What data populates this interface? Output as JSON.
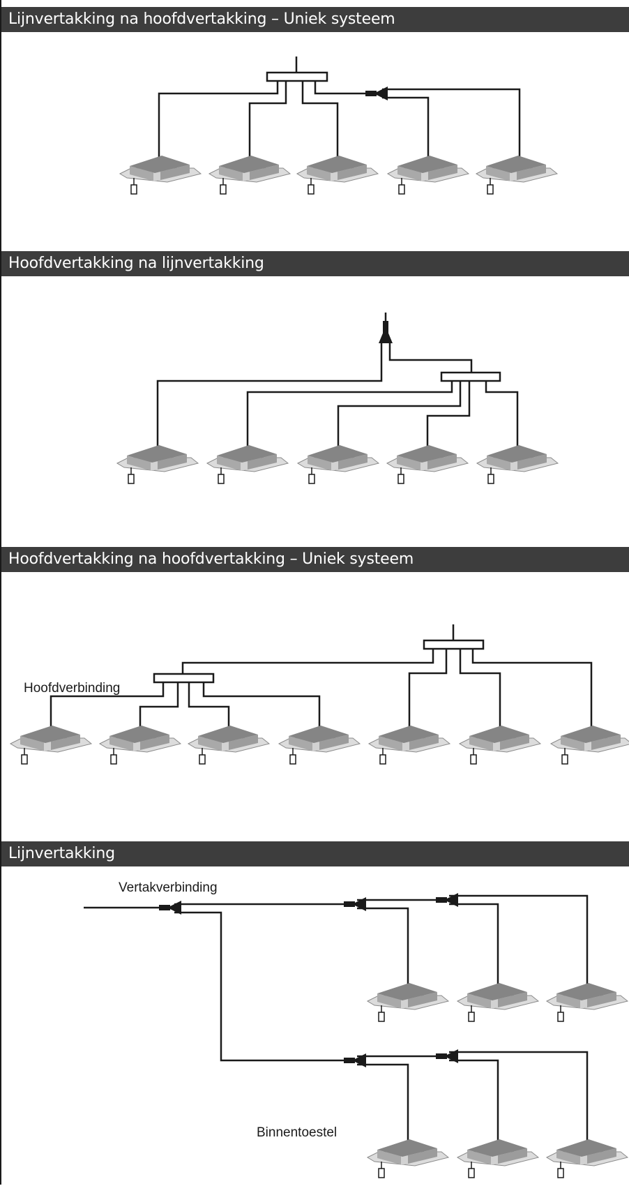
{
  "sections": [
    {
      "title": "Lijnvertakking na hoofdvertakking – Uniek systeem"
    },
    {
      "title": "Hoofdvertakking na lijnvertakking"
    },
    {
      "title": "Hoofdvertakking na hoofdvertakking – Uniek systeem"
    },
    {
      "title": "Lijnvertakking"
    }
  ],
  "labels": {
    "main_connection": "Hoofdverbinding",
    "branch_connection": "Vertakverbinding",
    "indoor_unit": "Binnentoestel"
  },
  "colors": {
    "header_bg": "#3d3d3d",
    "header_text": "#ffffff",
    "unit_top": "#8a8a8a",
    "unit_side": "#b5b5b5",
    "unit_base": "#dcdcdc",
    "pipe": "#1a1a1a"
  }
}
